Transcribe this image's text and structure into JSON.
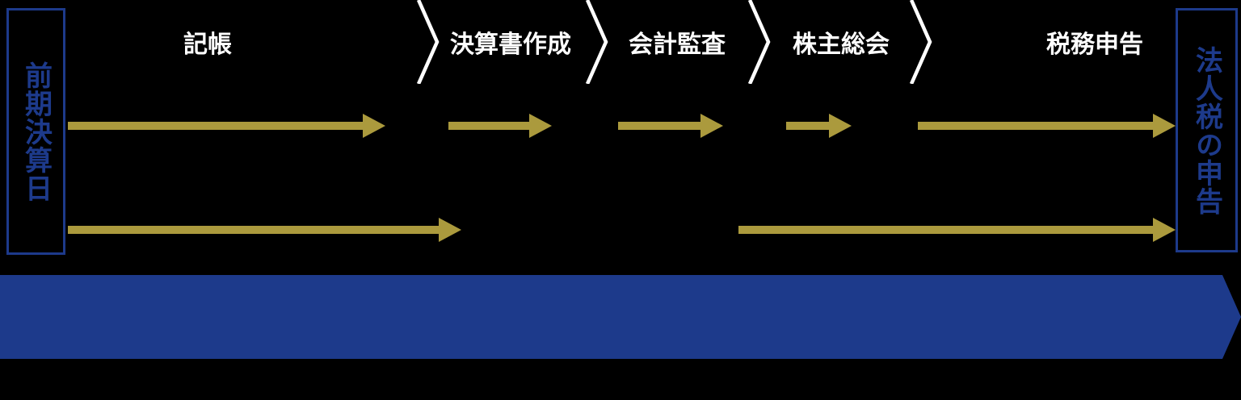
{
  "colors": {
    "background": "#000000",
    "banner_blue": "#1d3a8b",
    "arrow_gold": "#ab9a3d",
    "label_white": "#ffffff"
  },
  "milestones": {
    "start": "前期決算日",
    "end": "法人税の申告"
  },
  "stages": [
    {
      "label": "記帳"
    },
    {
      "label": "決算書作成"
    },
    {
      "label": "会計監査"
    },
    {
      "label": "株主総会"
    },
    {
      "label": "税務申告"
    }
  ],
  "icons": {
    "separator": "chevron-right-icon",
    "flow": "arrow-right-icon"
  }
}
